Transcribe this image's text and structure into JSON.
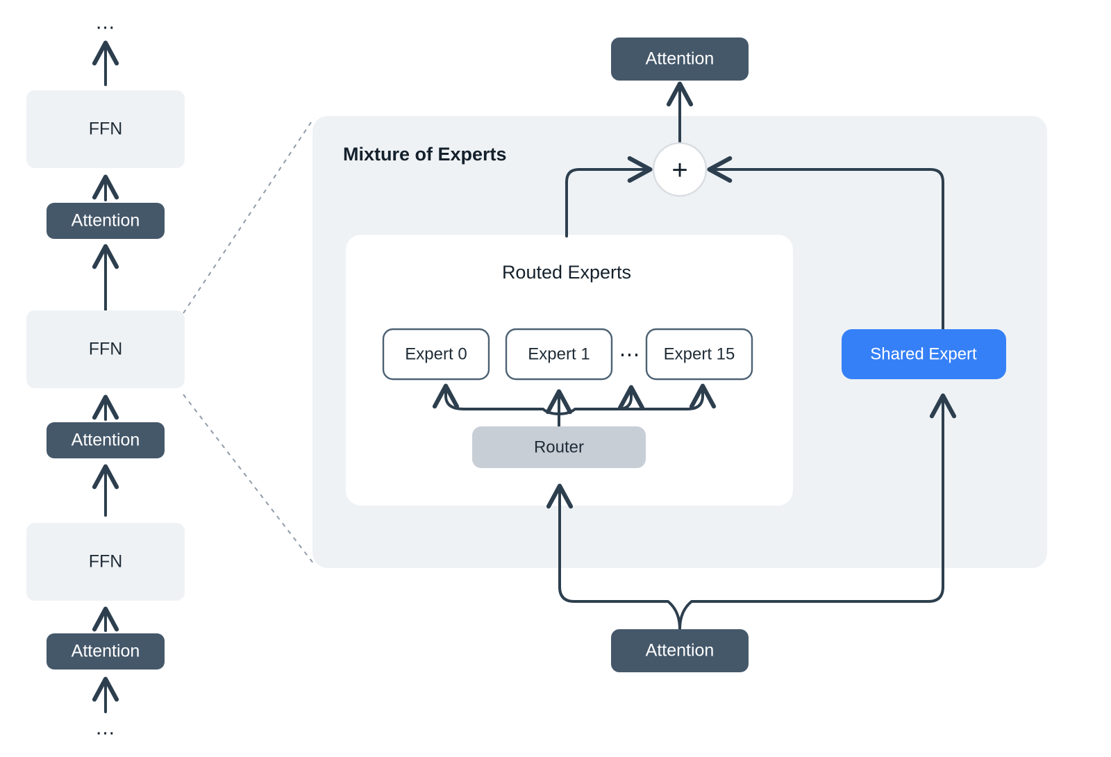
{
  "diagram": {
    "title": "Mixture of Experts architecture diagram",
    "colors": {
      "attention_fill": "#45586a",
      "ffn_fill": "#eff2f5",
      "moe_panel_fill": "#eef2f5",
      "routed_card_fill": "#ffffff",
      "router_fill": "#c8ced6",
      "shared_expert_fill": "#3580f7",
      "expert_stroke": "#4c6173",
      "arrow_color": "#2d3f4e",
      "dashed_color": "#8f9aa8",
      "plus_circle_stroke": "#d9dde1"
    },
    "left_stack": {
      "top_ellipsis": "...",
      "bottom_ellipsis": "...",
      "blocks": [
        {
          "label": "FFN",
          "type": "ffn"
        },
        {
          "label": "Attention",
          "type": "attention"
        },
        {
          "label": "FFN",
          "type": "ffn",
          "expanded": true
        },
        {
          "label": "Attention",
          "type": "attention"
        },
        {
          "label": "FFN",
          "type": "ffn"
        },
        {
          "label": "Attention",
          "type": "attention"
        }
      ]
    },
    "moe": {
      "panel_title": "Mixture of Experts",
      "top_attention": "Attention",
      "bottom_attention": "Attention",
      "adder_symbol": "+",
      "routed": {
        "title": "Routed Experts",
        "experts": [
          {
            "label": "Expert 0"
          },
          {
            "label": "Expert 1"
          },
          {
            "label": "Expert 15"
          }
        ],
        "expert_ellipsis": "⋯",
        "router_label": "Router"
      },
      "shared_expert_label": "Shared Expert"
    }
  }
}
